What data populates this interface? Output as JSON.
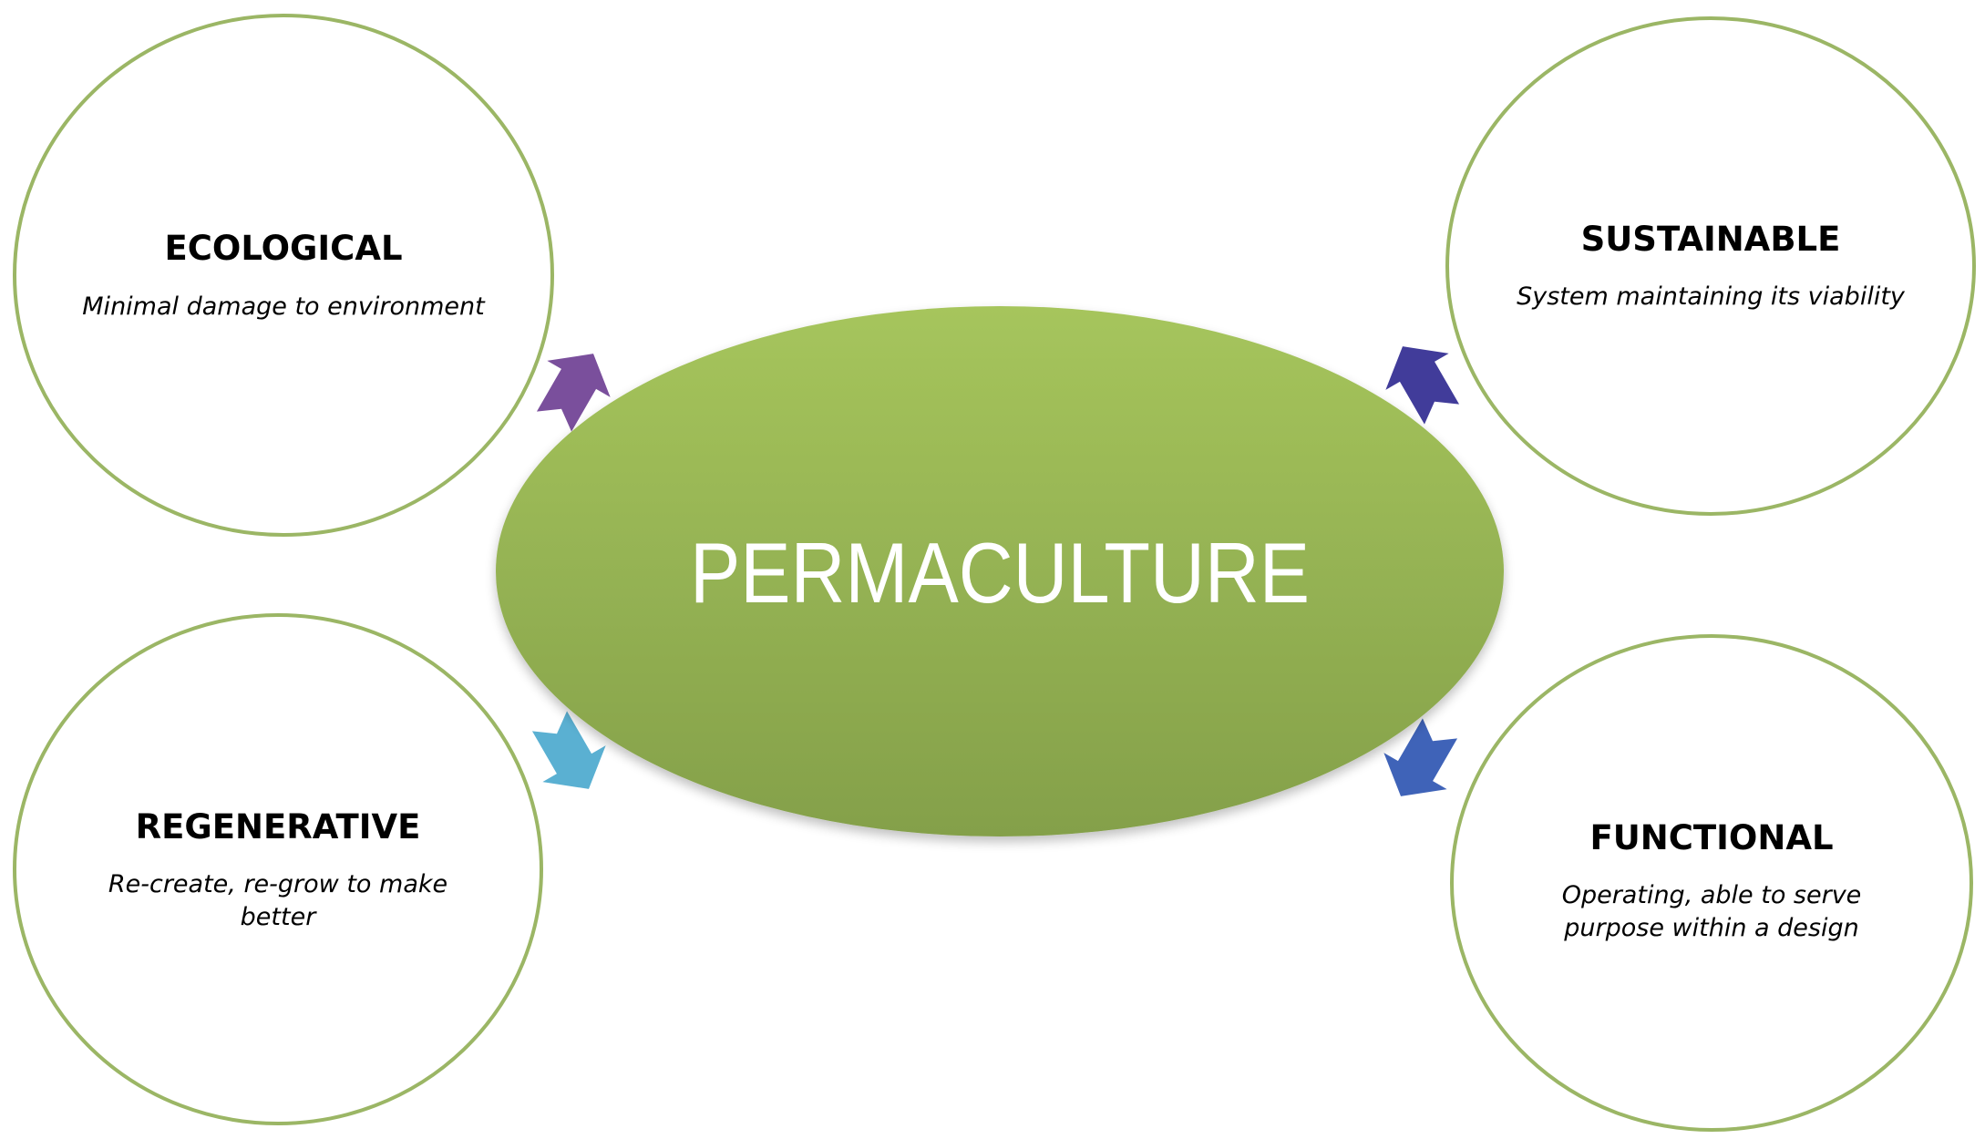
{
  "center": {
    "label": "PERMACULTURE",
    "fill_top": "#a6c55c",
    "fill_bottom": "#84a04a"
  },
  "nodes": [
    {
      "id": "ecological",
      "title": "ECOLOGICAL",
      "desc_lines": [
        "Minimal damage to environment"
      ]
    },
    {
      "id": "sustainable",
      "title": "SUSTAINABLE",
      "desc_lines": [
        "System maintaining its viability"
      ]
    },
    {
      "id": "regenerative",
      "title": "REGENERATIVE",
      "desc_lines": [
        "Re-create, re-grow to make",
        "better"
      ]
    },
    {
      "id": "functional",
      "title": "FUNCTIONAL",
      "desc_lines": [
        "Operating, able to serve",
        "purpose within a design"
      ]
    }
  ],
  "colors": {
    "circle_stroke": "#9bb665",
    "arrow_ecological": "#7a4f9c",
    "arrow_sustainable": "#413c9a",
    "arrow_regenerative": "#5ab0d2",
    "arrow_functional": "#3f63b8"
  }
}
